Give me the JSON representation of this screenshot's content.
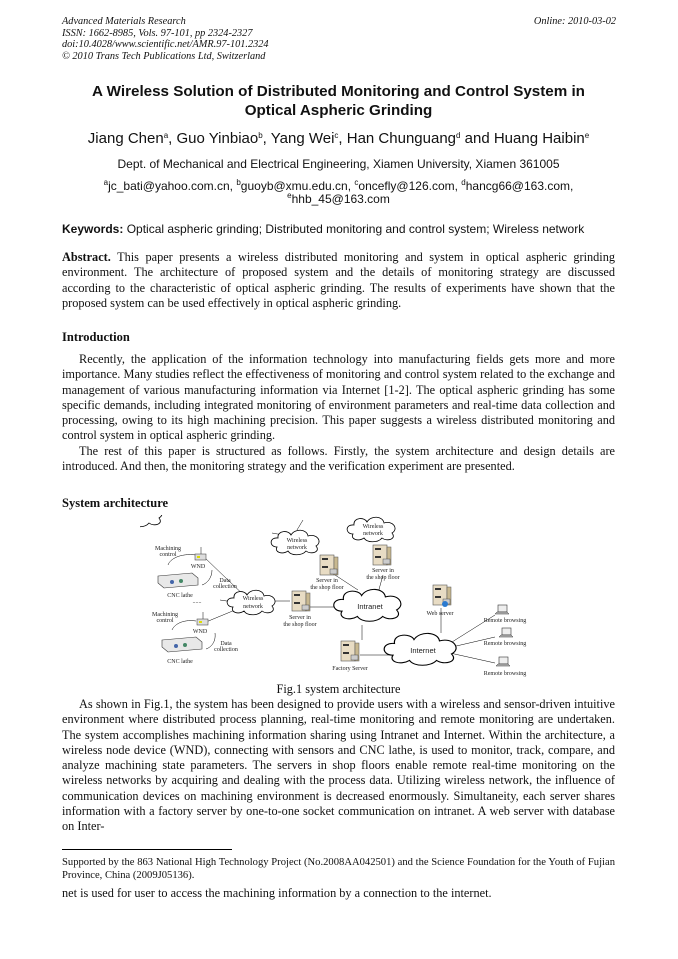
{
  "header": {
    "journal": "Advanced Materials Research",
    "issn": "ISSN: 1662-8985, Vols. 97-101, pp 2324-2327",
    "doi": "doi:10.4028/www.scientific.net/AMR.97-101.2324",
    "copyright": "© 2010 Trans Tech Publications Ltd, Switzerland",
    "online": "Online: 2010-03-02"
  },
  "title": [
    "A Wireless Solution of Distributed Monitoring and Control System in",
    "Optical Aspheric Grinding"
  ],
  "authors": [
    {
      "name": "Jiang Chen",
      "sup": "a"
    },
    {
      "name": "Guo Yinbiao",
      "sup": "b"
    },
    {
      "name": "Yang Wei",
      "sup": "c"
    },
    {
      "name": "Han Chunguang",
      "sup": "d"
    },
    {
      "name": "Huang Haibin",
      "sup": "e"
    }
  ],
  "author_sep": [
    ", ",
    ", ",
    ", ",
    " and "
  ],
  "affiliation": "Dept. of Mechanical and Electrical Engineering, Xiamen University, Xiamen 361005",
  "emails": [
    {
      "sup": "a",
      "addr": "jc_bati@yahoo.com.cn"
    },
    {
      "sup": "b",
      "addr": "guoyb@xmu.edu.cn"
    },
    {
      "sup": "c",
      "addr": "oncefly@126.com"
    },
    {
      "sup": "d",
      "addr": "hancg66@163.com"
    },
    {
      "sup": "e",
      "addr": "hhb_45@163.com"
    }
  ],
  "keywords": {
    "label": "Keywords:",
    "text": " Optical aspheric grinding; Distributed monitoring and control system; Wireless network"
  },
  "abstract": {
    "label": "Abstract.",
    "text": " This paper presents a wireless distributed monitoring and system in optical aspheric grinding environment. The architecture of proposed system and the details of monitoring strategy are discussed according to the characteristic of optical aspheric grinding. The results of experiments have shown that the proposed system can be used effectively in optical aspheric grinding."
  },
  "introduction": {
    "heading": "Introduction",
    "p1": "Recently, the application of the information technology into manufacturing fields gets more and more importance. Many studies reflect the effectiveness of monitoring and control system related to the exchange and management of various manufacturing information via Internet [1-2]. The optical aspheric grinding has some specific demands, including integrated monitoring of environment parameters and real-time data collection and processing, owing to its high machining precision. This paper suggests a wireless distributed monitoring and control system in optical aspheric grinding.",
    "p2": "The rest of this paper is structured as follows. Firstly, the system architecture and design details are introduced. And then, the monitoring strategy and the verification experiment are presented."
  },
  "system_architecture": {
    "heading": "System architecture",
    "caption": "Fig.1 system architecture",
    "p1": "As shown in Fig.1, the system has been designed to provide users with a wireless and sensor-driven intuitive environment where distributed process planning, real-time monitoring and remote monitoring are undertaken. The system accomplishes machining information sharing using Intranet and Internet. Within the architecture, a wireless node device (WND), connecting with sensors and CNC lathe, is used to monitor, track, compare, and analyze machining state parameters. The servers in shop floors enable remote real-time monitoring on the wireless networks by acquiring and dealing with the process data. Utilizing wireless network, the influence of communication devices on machining environment is decreased enormously. Simultaneity, each server shares information with a factory server by one-to-one socket communication on intranet. A web server with database on Inter-",
    "p1_cont": "net is used for user to access the machining information by a connection to the internet."
  },
  "figure": {
    "wireless_network": [
      "Wireless",
      "network"
    ],
    "intranet": "Intranet",
    "internet": "Internet",
    "server_shop_floor": [
      "Server in",
      "the shop floor"
    ],
    "factory_server": "Factory Server",
    "web_server": "Web server",
    "remote_browsing": "Remote browsing",
    "machining_control": [
      "Machining",
      "control"
    ],
    "data_collection": [
      "Data",
      "collection"
    ],
    "wnd": "WND",
    "cnc_lathe": "CNC lathe",
    "dots": "......"
  },
  "footnote": "Supported by the 863 National High Technology Project (No.2008AA042501) and the Science Foundation for the Youth of Fujian Province, China (2009J05136)."
}
